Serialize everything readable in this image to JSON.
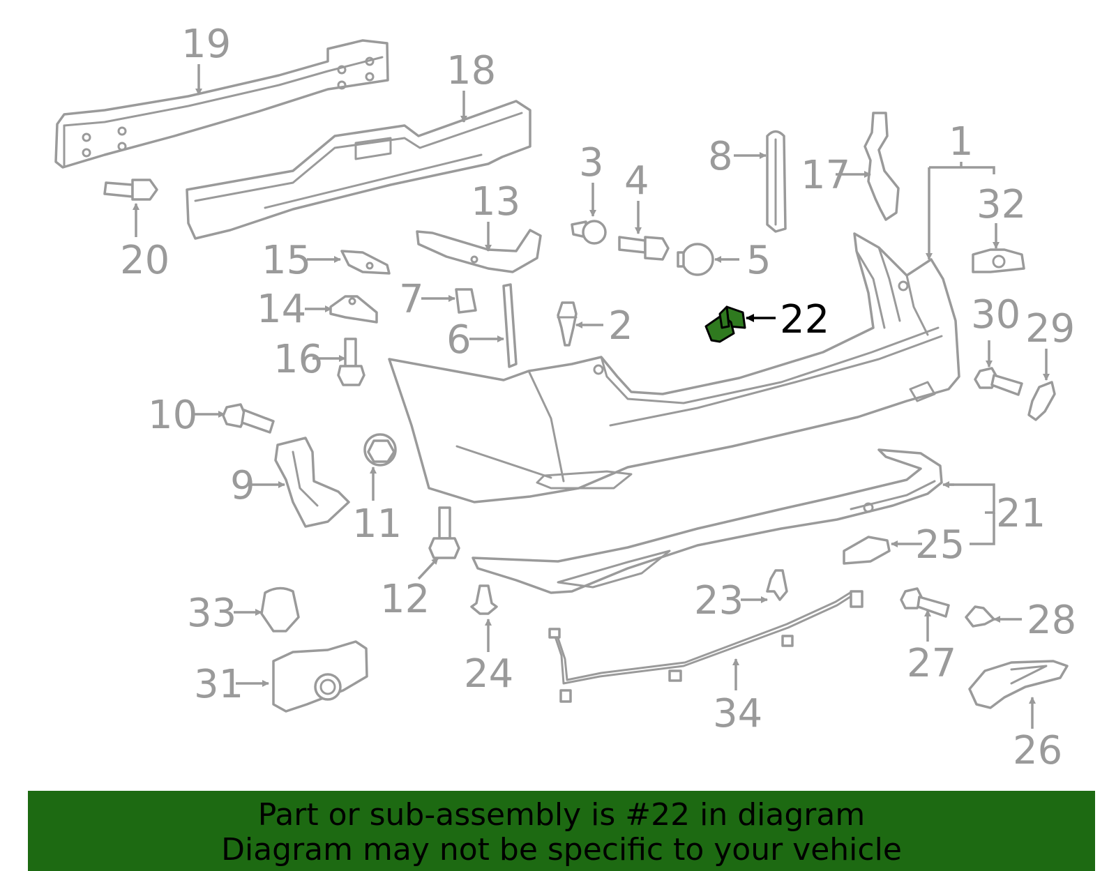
{
  "highlighted_part": "22",
  "callouts": {
    "c1": "1",
    "c2": "2",
    "c3": "3",
    "c4": "4",
    "c5": "5",
    "c6": "6",
    "c7": "7",
    "c8": "8",
    "c9": "9",
    "c10": "10",
    "c11": "11",
    "c12": "12",
    "c13": "13",
    "c14": "14",
    "c15": "15",
    "c16": "16",
    "c17": "17",
    "c18": "18",
    "c19": "19",
    "c20": "20",
    "c21": "21",
    "c22": "22",
    "c23": "23",
    "c24": "24",
    "c25": "25",
    "c26": "26",
    "c27": "27",
    "c28": "28",
    "c29": "29",
    "c30": "30",
    "c31": "31",
    "c32": "32",
    "c33": "33",
    "c34": "34"
  },
  "banner": {
    "line1": "Part or sub-assembly is #22 in diagram",
    "line2": "Diagram may not be specific to your vehicle"
  },
  "colors": {
    "banner_bg": "#1d6a12",
    "highlight_part": "#2f7a1f",
    "line_art": "#9a9a9a"
  }
}
